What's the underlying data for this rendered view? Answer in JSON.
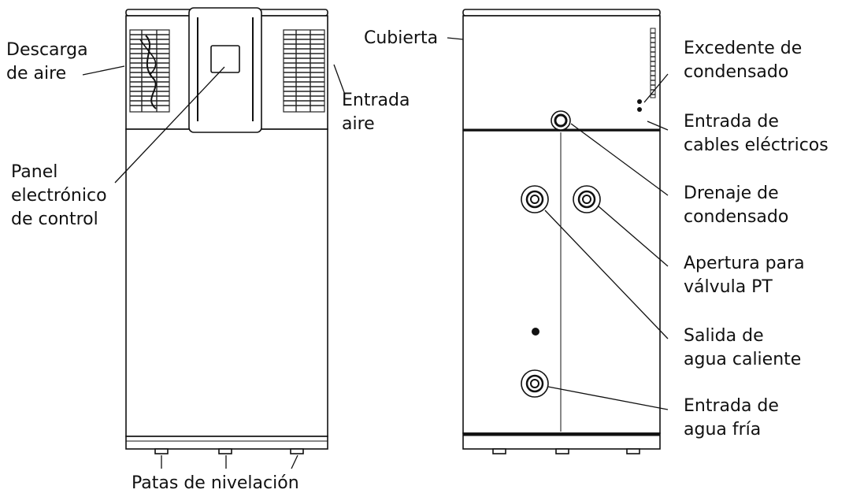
{
  "labels": {
    "descarga_aire": [
      "Descarga",
      "de aire"
    ],
    "entrada_aire": [
      "Entrada",
      "aire"
    ],
    "panel_control": [
      "Panel",
      "electrónico",
      "de control"
    ],
    "patas": "Patas de nivelación",
    "cubierta": "Cubierta",
    "excedente": [
      "Excedente de",
      "condensado"
    ],
    "entrada_cables": [
      "Entrada de",
      "cables eléctricos"
    ],
    "drenaje": [
      "Drenaje de",
      "condensado"
    ],
    "valvula_pt": [
      "Apertura para",
      "válvula PT"
    ],
    "salida_agua": [
      "Salida de",
      "agua caliente"
    ],
    "entrada_agua": [
      "Entrada de",
      "agua fría"
    ]
  }
}
